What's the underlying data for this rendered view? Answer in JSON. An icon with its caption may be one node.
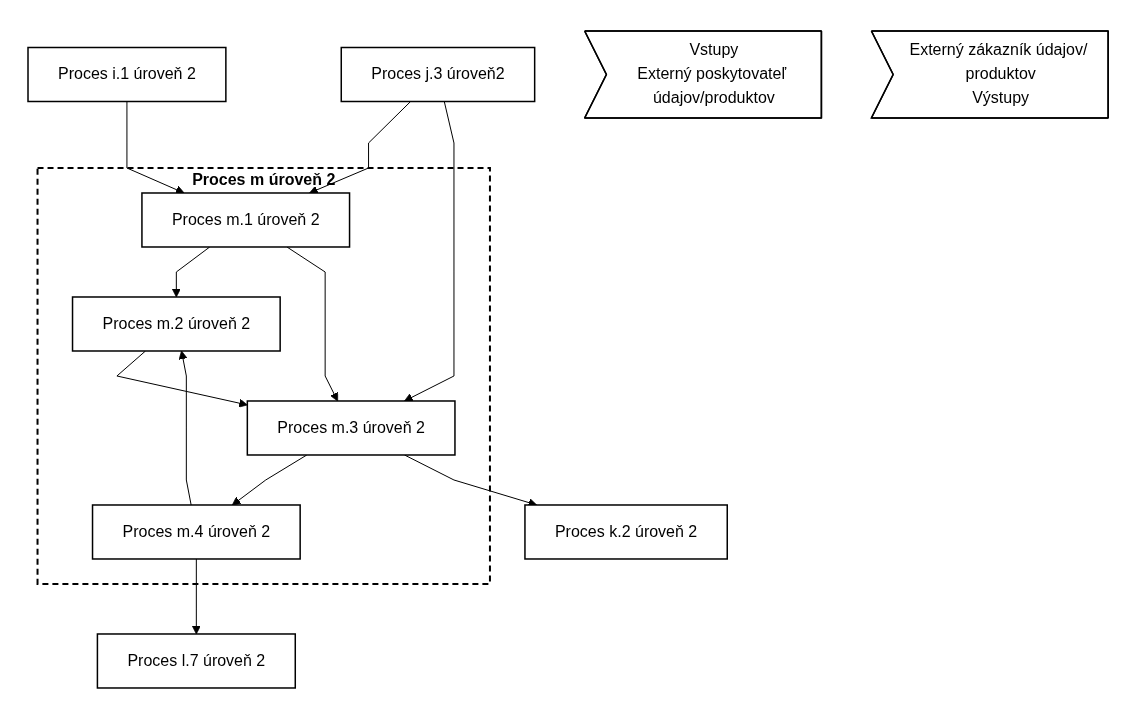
{
  "diagram": {
    "nodes": [
      {
        "text": [
          "Proces i.1 úroveň 2"
        ]
      },
      {
        "text": [
          "Proces j.3 úroveň2"
        ]
      },
      {
        "text": [
          "Proces m úroveň 2"
        ]
      },
      {
        "text": [
          "Proces m.1 úroveň 2"
        ],
        "in": 2
      },
      {
        "text": [
          "Vstupy",
          "Externý poskytovateľ údajov/produktov"
        ]
      },
      {
        "text": [
          "Proces m.2 úroveň 2"
        ],
        "in": 2
      },
      {
        "text": [
          "Proces m.3 úroveň 2"
        ],
        "in": 2
      },
      {
        "text": [
          "Proces k.2 úroveň 2"
        ]
      },
      {
        "text": [
          "Proces m.4 úroveň 2"
        ],
        "in": 2
      },
      {
        "text": [
          "Proces l.7 úroveň 2"
        ]
      },
      {
        "text": [
          "Externý zákazník údajov/ produktov",
          "Výstupy"
        ]
      }
    ],
    "edges": [
      {
        "from": 0,
        "to": 3,
        "arrow": "to"
      },
      {
        "from": 1,
        "to": 3,
        "arrow": "to"
      },
      {
        "from": 1,
        "to": 6,
        "arrow": "to"
      },
      {
        "from": 3,
        "to": 5,
        "arrow": "to"
      },
      {
        "from": 3,
        "to": 6,
        "arrow": "to"
      },
      {
        "from": 5,
        "to": 6,
        "arrow": "to"
      },
      {
        "from": 6,
        "to": 8,
        "arrow": "to"
      },
      {
        "from": 6,
        "to": 7,
        "arrow": "to"
      },
      {
        "from": 8,
        "to": 5,
        "arrow": "to"
      },
      {
        "from": 8,
        "to": 9,
        "arrow": "to"
      }
    ]
  }
}
